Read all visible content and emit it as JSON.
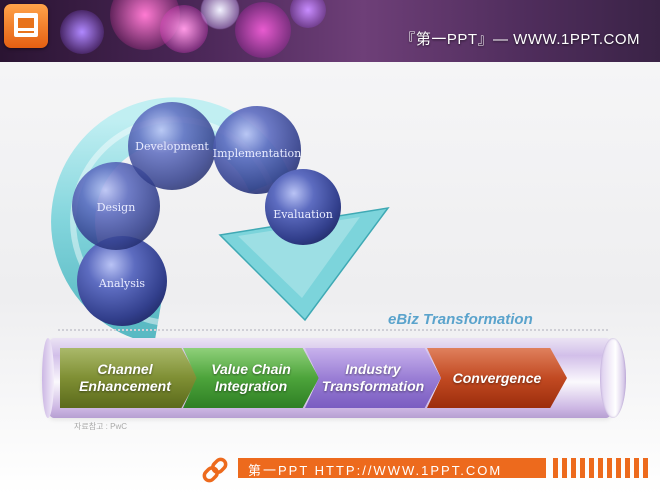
{
  "header": {
    "title": "『第一PPT』— WWW.1PPT.COM",
    "logo_icon": "ppt-slide-icon",
    "accent": "#e8731c"
  },
  "cycle": {
    "stages": [
      "Analysis",
      "Design",
      "Development",
      "Implementation",
      "Evaluation"
    ],
    "ring_color": "#6fd0d8",
    "sphere_color": "#3c4a9a"
  },
  "banner": {
    "label": "eBiz Transformation",
    "steps": [
      {
        "line1": "Channel",
        "line2": "Enhancement",
        "color": "#7f8f34"
      },
      {
        "line1": "Value Chain",
        "line2": "Integration",
        "color": "#4da43b"
      },
      {
        "line1": "Industry",
        "line2": "Transformation",
        "color": "#9a7ed5"
      },
      {
        "line1": "Convergence",
        "line2": "",
        "color": "#c24a22"
      }
    ]
  },
  "source": "자료참고 : PwC",
  "footer": {
    "text": "第一PPT HTTP://WWW.1PPT.COM",
    "icon": "link-icon",
    "accent": "#ed6a1d"
  }
}
